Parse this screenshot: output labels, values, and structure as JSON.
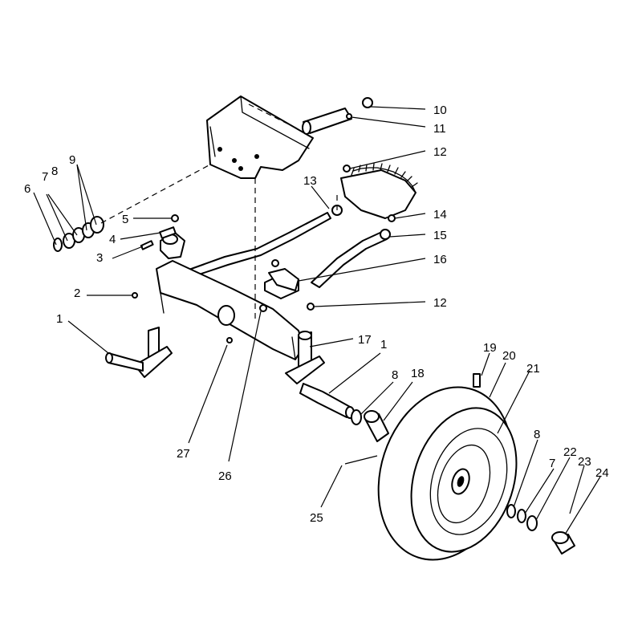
{
  "colors": {
    "line": "#000000",
    "background": "#ffffff"
  },
  "callouts": [
    {
      "id": "c10",
      "label": "10"
    },
    {
      "id": "c11",
      "label": "11"
    },
    {
      "id": "c12a",
      "label": "12"
    },
    {
      "id": "c13",
      "label": "13"
    },
    {
      "id": "c14",
      "label": "14"
    },
    {
      "id": "c15",
      "label": "15"
    },
    {
      "id": "c16",
      "label": "16"
    },
    {
      "id": "c12b",
      "label": "12"
    },
    {
      "id": "c6",
      "label": "6"
    },
    {
      "id": "c7a",
      "label": "7"
    },
    {
      "id": "c8a",
      "label": "8"
    },
    {
      "id": "c9",
      "label": "9"
    },
    {
      "id": "c5",
      "label": "5"
    },
    {
      "id": "c4",
      "label": "4"
    },
    {
      "id": "c3",
      "label": "3"
    },
    {
      "id": "c2",
      "label": "2"
    },
    {
      "id": "c1a",
      "label": "1"
    },
    {
      "id": "c17",
      "label": "17"
    },
    {
      "id": "c1b",
      "label": "1"
    },
    {
      "id": "c8b",
      "label": "8"
    },
    {
      "id": "c18",
      "label": "18"
    },
    {
      "id": "c19",
      "label": "19"
    },
    {
      "id": "c20",
      "label": "20"
    },
    {
      "id": "c21",
      "label": "21"
    },
    {
      "id": "c27",
      "label": "27"
    },
    {
      "id": "c26",
      "label": "26"
    },
    {
      "id": "c8c",
      "label": "8"
    },
    {
      "id": "c7b",
      "label": "7"
    },
    {
      "id": "c22",
      "label": "22"
    },
    {
      "id": "c23",
      "label": "23"
    },
    {
      "id": "c24",
      "label": "24"
    },
    {
      "id": "c25",
      "label": "25"
    }
  ]
}
